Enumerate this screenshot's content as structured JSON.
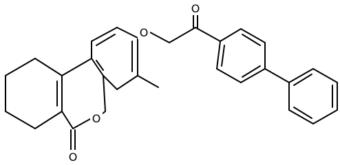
{
  "colors": {
    "background": "#ffffff",
    "ink": "#000000"
  },
  "atoms": {
    "ether_oxygen": "O",
    "ketone_oxygen": "O",
    "ring_oxygen": "O",
    "lactone_oxygen": "O"
  }
}
